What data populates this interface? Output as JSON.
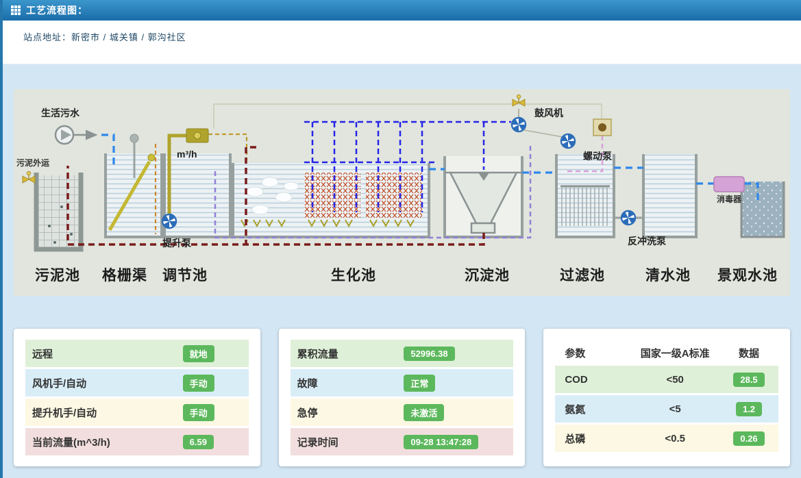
{
  "header": {
    "title": "工艺流程图：",
    "icon": "grid-icon"
  },
  "breadcrumb": {
    "text": "站点地址：新密市 / 城关镇 / 郭沟社区"
  },
  "diagram": {
    "tank_labels": [
      "污泥池",
      "格栅渠",
      "调节池",
      "生化池",
      "沉淀池",
      "过滤池",
      "清水池",
      "景观水池"
    ],
    "labels": {
      "inflow": "生活污水",
      "sludge_out": "污泥外运",
      "flow_meter": "m³/h",
      "lift_pump": "提升泵",
      "blower": "鼓风机",
      "screw_pump": "螺动泵",
      "backwash_pump": "反冲洗泵",
      "disinfector": "消毒器"
    }
  },
  "panels": {
    "control": {
      "rows": [
        {
          "label": "远程",
          "value": "就地"
        },
        {
          "label": "风机手/自动",
          "value": "手动"
        },
        {
          "label": "提升机手/自动",
          "value": "手动"
        },
        {
          "label": "当前流量(m^3/h)",
          "value": "6.59"
        }
      ]
    },
    "metrics": {
      "rows": [
        {
          "label": "累积流量",
          "value": "52996.38"
        },
        {
          "label": "故障",
          "value": "正常"
        },
        {
          "label": "急停",
          "value": "未激活"
        },
        {
          "label": "记录时间",
          "value": "09-28 13:47:28"
        }
      ]
    },
    "quality": {
      "headers": [
        "参数",
        "国家一级A标准",
        "数据"
      ],
      "rows": [
        {
          "param": "COD",
          "standard": "<50",
          "value": "28.5"
        },
        {
          "param": "氨氮",
          "standard": "<5",
          "value": "1.2"
        },
        {
          "param": "总磷",
          "standard": "<0.5",
          "value": "0.26"
        }
      ]
    }
  },
  "colors": {
    "badge": "#5cb85c",
    "row_success": "#dff0d8",
    "row_info": "#d9edf7",
    "row_warning": "#fcf8e3",
    "row_danger": "#f2dede",
    "header_bar": "#1f78b1"
  }
}
